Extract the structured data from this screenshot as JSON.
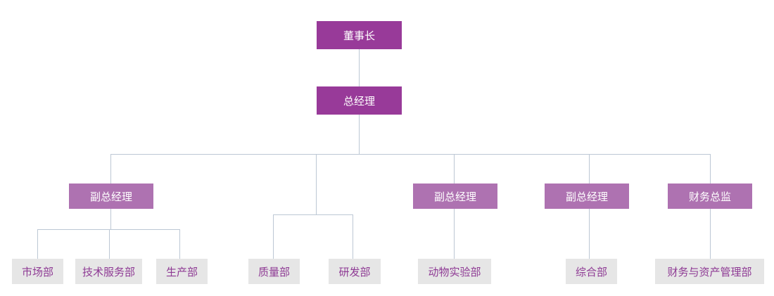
{
  "org": {
    "chairman": "董事长",
    "general_manager": "总经理",
    "managers": [
      {
        "title": "副总经理",
        "departments": [
          "市场部",
          "技术服务部",
          "生产部"
        ]
      },
      {
        "title": "",
        "departments": [
          "质量部",
          "研发部"
        ]
      },
      {
        "title": "副总经理",
        "departments": [
          "动物实验部"
        ]
      },
      {
        "title": "副总经理",
        "departments": [
          "综合部"
        ]
      },
      {
        "title": "财务总监",
        "departments": [
          "财务与资产管理部"
        ]
      }
    ]
  },
  "colors": {
    "top_box": "#983a99",
    "manager_box": "#ae72b1",
    "department_box": "#e6e6e6",
    "department_text": "#8e3a94",
    "connector": "#bcc7d4"
  }
}
